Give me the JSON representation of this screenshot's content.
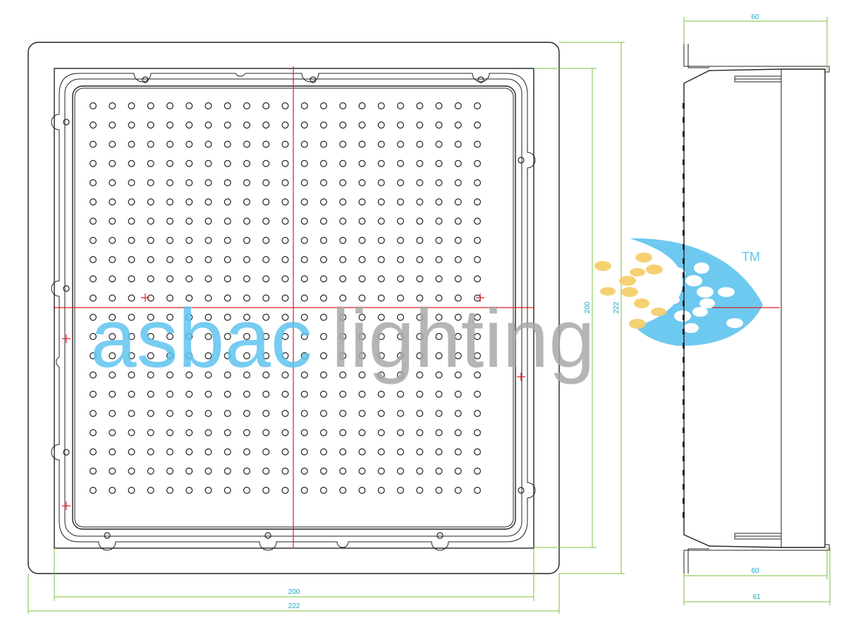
{
  "front_view": {
    "dimensions": {
      "inner_width": "200",
      "outer_width": "222",
      "inner_height": "200",
      "outer_height": "222"
    }
  },
  "side_view": {
    "dimensions": {
      "top_depth": "60",
      "bottom_depth": "60",
      "overall_depth": "61"
    }
  },
  "logo": {
    "word_brand": "asbac",
    "word_product": "lighting",
    "trademark": "TM",
    "brand_color": "#5ec3ee",
    "product_color": "#a8a8a8",
    "accent_color": "#f6cf6a"
  },
  "colors": {
    "dimension_text": "#1aa8c4",
    "dimension_line": "#7cc242",
    "center_axis": "#e02020",
    "drawing_line": "#222222"
  }
}
